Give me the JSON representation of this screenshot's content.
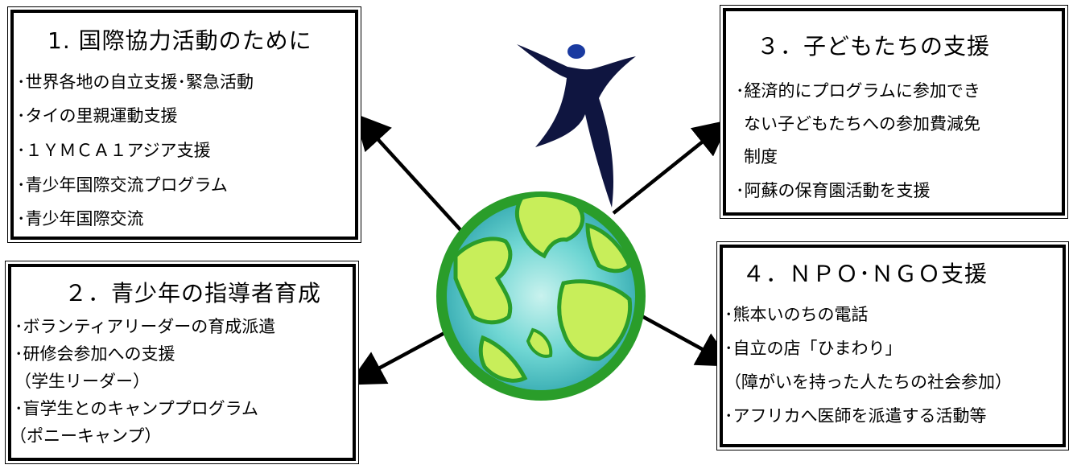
{
  "boxes": [
    {
      "title": "1. 国際協力活動のために",
      "items": [
        "･世界各地の自立支援･緊急活動",
        "･タイの里親運動支援",
        "･１ＹＭＣＡ１アジア支援",
        "･青少年国際交流プログラム",
        "･青少年国際交流"
      ]
    },
    {
      "title": "２．青少年の指導者育成",
      "items": [
        "･ボランティアリーダーの育成派遣",
        "･研修会参加への支援",
        "（学生リーダー）",
        "･盲学生とのキャンププログラム",
        "（ポニーキャンプ）"
      ]
    },
    {
      "title": "３．子どもたちの支援",
      "items": [
        "･経済的にプログラムに参加でき",
        "ない子どもたちへの参加費減免",
        "制度",
        "･阿蘇の保育園活動を支援"
      ]
    },
    {
      "title": "４．ＮＰＯ･ＮＧＯ支援",
      "items": [
        "･熊本いのちの電話",
        "･自立の店「ひまわり」",
        "（障がいを持った人たちの社会参加）",
        "･アフリカへ医師を派遣する活動等"
      ]
    }
  ],
  "colors": {
    "ocean": "#5fd0d0",
    "land": "#c8ee5a",
    "globe_rim": "#2a9d2a",
    "figure": "#0f1540",
    "figure_head": "#1a3aa0"
  },
  "icons": [
    "globe-icon",
    "person-icon"
  ]
}
